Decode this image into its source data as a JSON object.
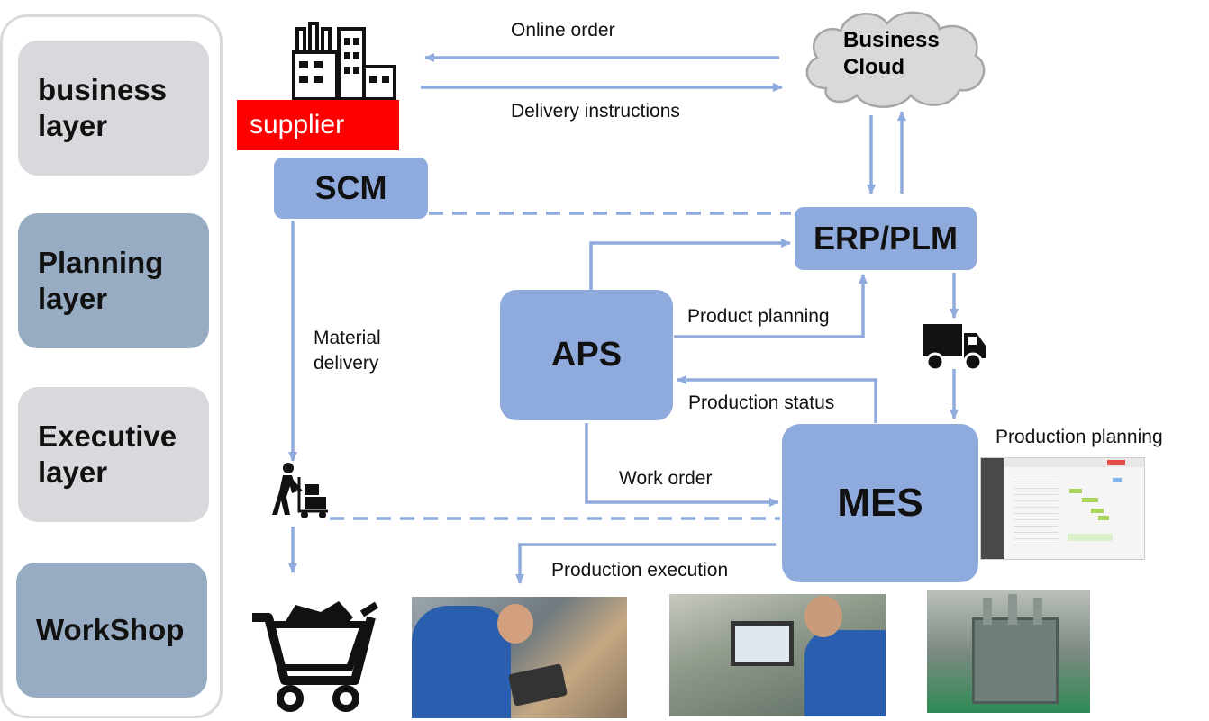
{
  "layers": [
    {
      "label_line1": "business",
      "label_line2": "layer"
    },
    {
      "label_line1": "Planning",
      "label_line2": "layer"
    },
    {
      "label_line1": "Executive",
      "label_line2": "layer"
    },
    {
      "label_line1": "WorkShop",
      "label_line2": ""
    }
  ],
  "nodes": {
    "supplier": "supplier",
    "scm": "SCM",
    "cloud_line1": "Business",
    "cloud_line2": "Cloud",
    "erp": "ERP/PLM",
    "aps": "APS",
    "mes": "MES"
  },
  "flows": {
    "online_order": "Online order",
    "delivery_instructions": "Delivery instructions",
    "material_delivery_line1": "Material",
    "material_delivery_line2": "delivery",
    "product_planning": "Product planning",
    "production_status": "Production status",
    "work_order": "Work order",
    "production_planning": "Production planning",
    "production_execution": "Production execution"
  },
  "icons": [
    "factory-icon",
    "cloud-icon",
    "truck-icon",
    "hand-truck-worker-icon",
    "shopping-cart-icon"
  ],
  "colors": {
    "box": "#8faadc",
    "arrow": "#8faadc",
    "supplier": "#ff0000",
    "layer_light": "#d9d9dd",
    "layer_blue": "#97acc2"
  }
}
